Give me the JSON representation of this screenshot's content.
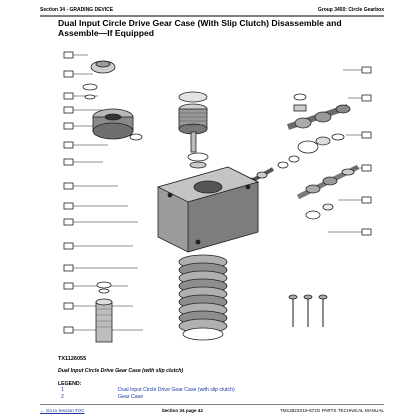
{
  "header": {
    "left": "Section 34 - GRADING DEVICE",
    "right": "Group 3450: Circle Gearbox"
  },
  "title": "Dual Input Circle Drive Gear Case (With Slip Clutch) Disassemble and Assemble—If Equipped",
  "figure": {
    "code": "TX1126055",
    "caption": "Dual Input Circle Drive Gear Case (with slip clutch)"
  },
  "legend": {
    "title": "LEGEND:",
    "items": [
      {
        "num": "1",
        "desc": "Dual Input Circle Drive Gear Case (with slip clutch)"
      },
      {
        "num": "2",
        "desc": "Gear Case"
      }
    ]
  },
  "footer": {
    "toc_link": "← Go to Section TOC",
    "page": "Section 34 page 42",
    "manual": "TM13823X19-872G PARTS TECHNICAL MANUAL"
  },
  "colors": {
    "link": "#1a3b9a",
    "rule": "#808080"
  }
}
